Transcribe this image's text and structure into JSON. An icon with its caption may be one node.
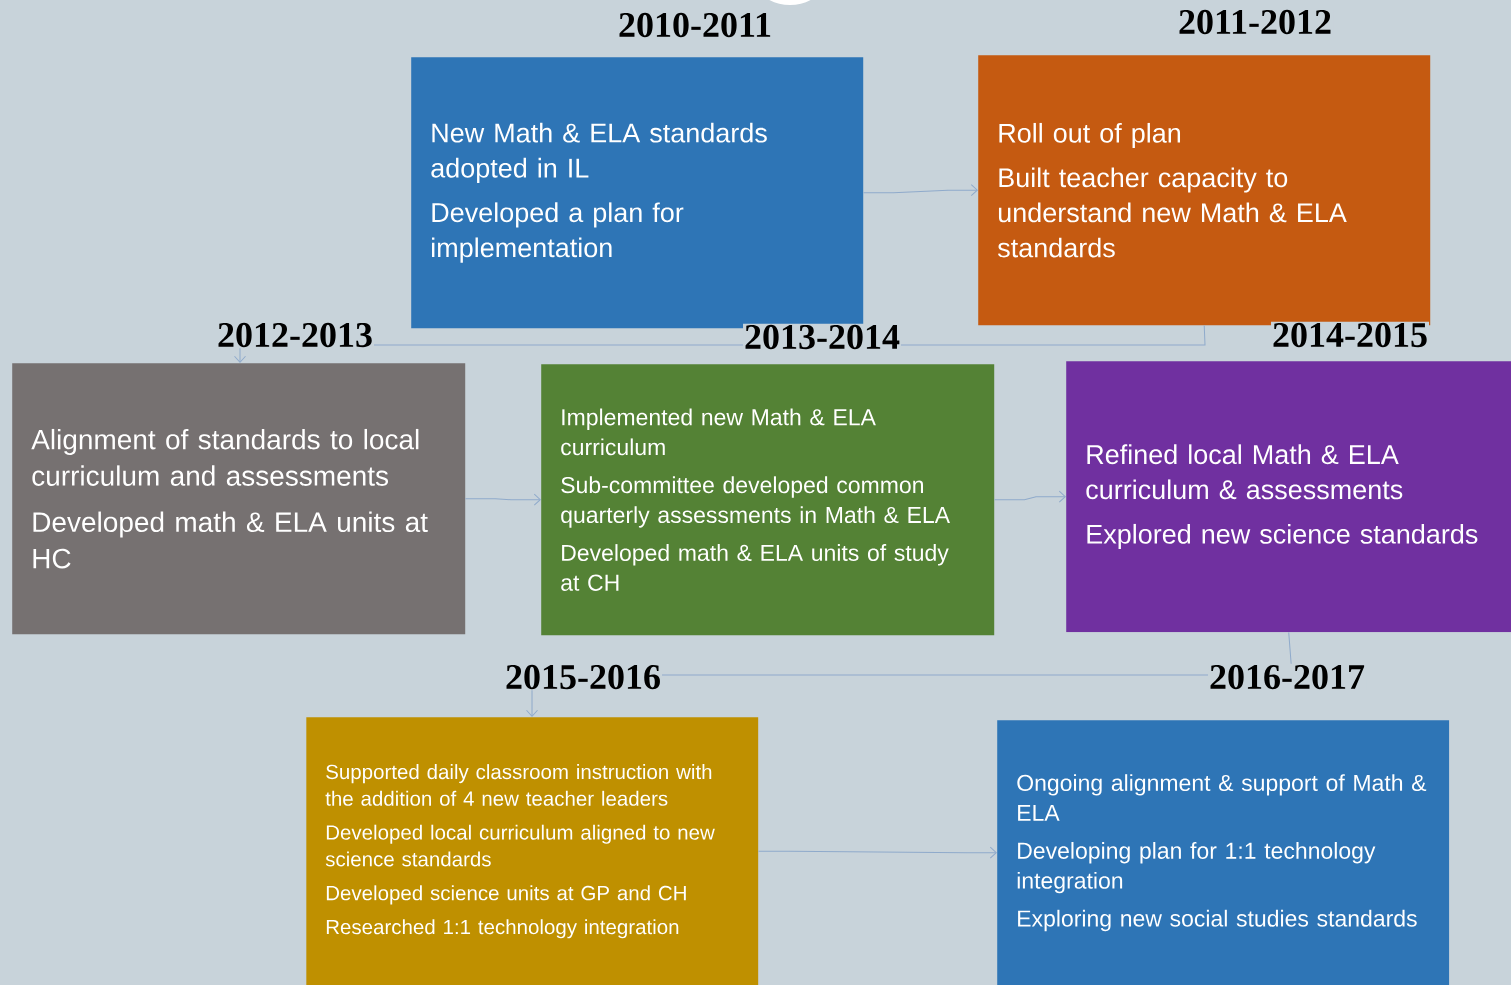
{
  "diagram": {
    "nodes": [
      {
        "text": [
          "2010-2011",
          "New Math & ELA standards adopted in IL",
          "Developed a plan for implementation"
        ]
      },
      {
        "text": [
          "2011-2012",
          "Roll out of plan",
          "Built teacher capacity to understand new Math & ELA standards"
        ]
      },
      {
        "text": [
          "2012-2013",
          "Alignment of standards to local curriculum and assessments",
          "Developed math & ELA units at HC"
        ]
      },
      {
        "text": [
          "2013-2014",
          "Implemented new Math & ELA curriculum",
          "Sub-committee developed common quarterly assessments in Math & ELA",
          "Developed math & ELA units of study at CH"
        ]
      },
      {
        "text": [
          "2014-2015",
          "Refined local Math & ELA curriculum & assessments",
          "Explored new science standards"
        ]
      },
      {
        "text": [
          "2015-2016",
          "Supported daily classroom instruction with the addition of 4 new teacher leaders",
          "Developed local curriculum aligned to new science standards",
          "Developed science units at GP and CH",
          "Researched 1:1 technology integration"
        ]
      },
      {
        "text": [
          "2016-2017",
          "Ongoing alignment & support of Math & ELA",
          "Developing plan for 1:1 technology integration",
          "Exploring new social studies standards"
        ]
      }
    ],
    "edges": [
      {
        "from": 0,
        "to": 1,
        "arrow": "to"
      },
      {
        "from": 1,
        "to": 2,
        "arrow": "to"
      },
      {
        "from": 2,
        "to": 3,
        "arrow": "to"
      },
      {
        "from": 3,
        "to": 4,
        "arrow": "to"
      },
      {
        "from": 4,
        "to": 5,
        "arrow": "to"
      },
      {
        "from": 5,
        "to": 6,
        "arrow": "to"
      }
    ]
  }
}
